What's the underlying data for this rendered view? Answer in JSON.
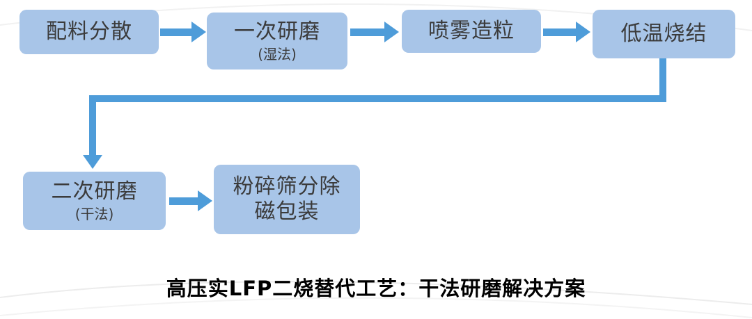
{
  "boxes": [
    {
      "label": "配料分散",
      "sub": ""
    },
    {
      "label": "一次研磨",
      "sub": "(湿法)"
    },
    {
      "label": "喷雾造粒",
      "sub": ""
    },
    {
      "label": "低温烧结",
      "sub": ""
    },
    {
      "label": "二次研磨",
      "sub": "(干法)"
    },
    {
      "label": "粉碎筛分除磁包装",
      "sub": ""
    }
  ],
  "caption": "高压实LFP二烧替代工艺：干法研磨解决方案",
  "colors": {
    "box_fill": "#A8C5E8",
    "box_text": "#3B3B3B",
    "arrow": "#4E9CD9",
    "caption_text": "#000000"
  }
}
